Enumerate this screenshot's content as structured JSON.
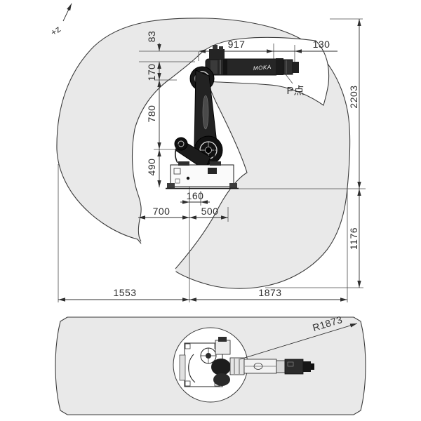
{
  "meta": {
    "drawing_type": "robot working range diagram",
    "colors": {
      "envelope_fill": "#e9e9e9",
      "line": "#3a3a3a",
      "dim": "#2e2e2e",
      "robot_dark": "#1f1f1f"
    }
  },
  "side_view": {
    "axis_label": "+z",
    "p_point_label": "P点",
    "brand": "MOKA",
    "dims": {
      "d83": "83",
      "d170": "170",
      "d780": "780",
      "d490": "490",
      "d917": "917",
      "d130": "130",
      "d160": "160",
      "d700": "700",
      "d500": "500",
      "d2203": "2203",
      "d1176": "1176",
      "d1553": "1553",
      "d1873": "1873"
    }
  },
  "top_view": {
    "radius_label": "R1873"
  }
}
